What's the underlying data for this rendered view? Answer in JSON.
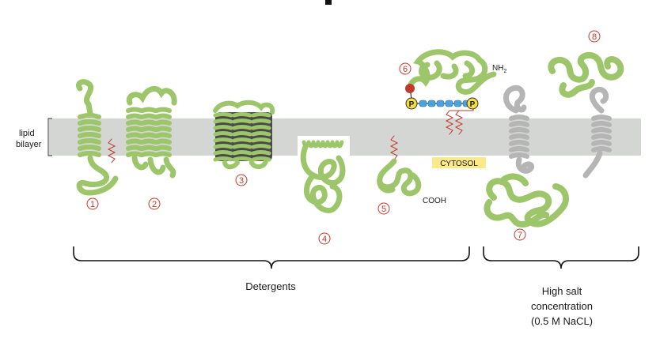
{
  "labels": {
    "lipid_line1": "lipid",
    "lipid_line2": "bilayer",
    "nh2_main": "NH",
    "nh2_sub": "2",
    "cooh": "COOH",
    "cytosol": "CYTOSOL",
    "phosphate": "P",
    "detergents": "Detergents",
    "salt_line1": "High salt",
    "salt_line2": "concentration",
    "salt_line3": "(0.5 M NaCL)"
  },
  "protein_numbers": [
    "1",
    "2",
    "3",
    "4",
    "5",
    "6",
    "7",
    "8"
  ],
  "colors": {
    "protein": "#9dc66b",
    "protein_dark": "#6f9a3f",
    "peripheral_gray": "#b5b5b5",
    "membrane": "#d4d6d3",
    "lipid_anchor": "#c0392b",
    "phosphate_fill": "#f2dd45",
    "linker_bead": "#4aa3df",
    "cytosol_bg": "#fbe98a",
    "number_circle": "#c0392b"
  }
}
